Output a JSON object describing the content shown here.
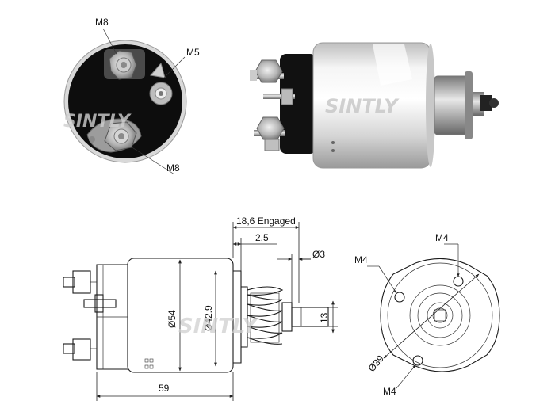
{
  "watermark": "SINTLY",
  "photos": {
    "terminal_view": {
      "callouts": [
        "M8",
        "M5",
        "M8"
      ]
    }
  },
  "drawing": {
    "dimensions": {
      "stroke_engaged": "18,6 Engaged",
      "stroke_small": "2.5",
      "shaft_dia": "Ø3",
      "body_dia": "Ø54",
      "inner_dia": "Ø42.9",
      "plunger_width": "13",
      "length": "59"
    },
    "end_view": {
      "hole_labels": [
        "M4",
        "M4",
        "M4"
      ],
      "bolt_circle": "Ø39"
    }
  },
  "colors": {
    "line": "#1a1a1a",
    "metal_light": "#e6e6e6",
    "metal_dark": "#8a8a8a",
    "black_cap": "#111111",
    "watermark": "#c9c9c9"
  }
}
